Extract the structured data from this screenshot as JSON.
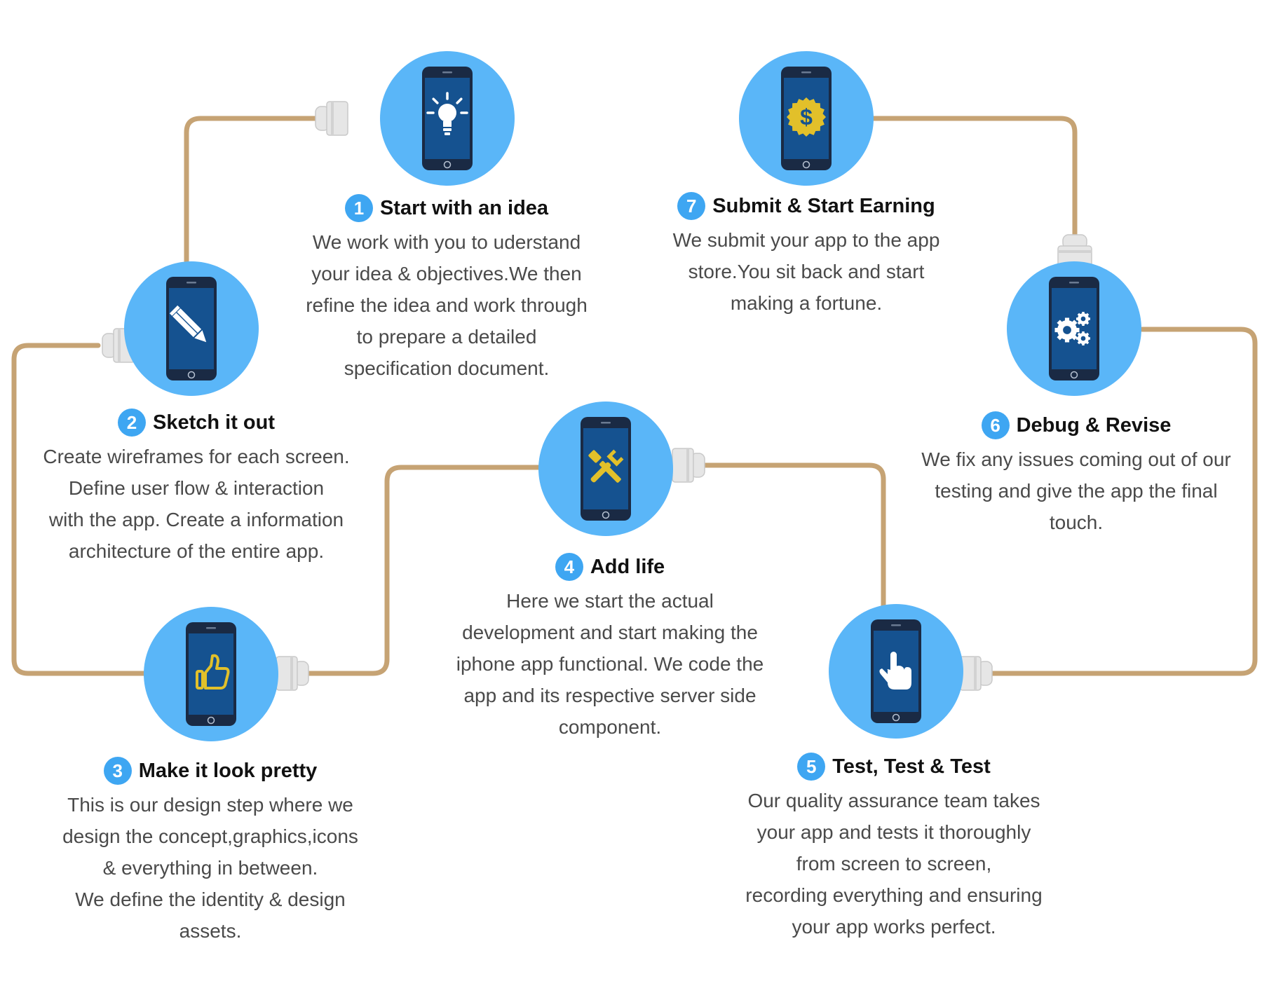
{
  "colors": {
    "circle": "#5ab6f8",
    "badge": "#3ea6f2",
    "phone_body": "#1a2a44",
    "phone_screen": "#155290",
    "cable": "#c6a374",
    "plug": "#e6e6e6",
    "icon_gold": "#e2c02a"
  },
  "steps": [
    {
      "num": "1",
      "title": "Start with an idea",
      "icon": "lightbulb-icon",
      "lines": [
        "We work with you to uderstand",
        "your idea & objectives.We then",
        "refine the idea and work through",
        "to prepare a detailed",
        "specification document."
      ]
    },
    {
      "num": "2",
      "title": "Sketch it out",
      "icon": "pencil-icon",
      "lines": [
        "Create wireframes for each screen.",
        "Define user flow & interaction",
        "with the app. Create a information",
        "architecture of the entire app."
      ]
    },
    {
      "num": "3",
      "title": "Make it look pretty",
      "icon": "thumbs-up-icon",
      "lines": [
        "This is our design step where we",
        "design the concept,graphics,icons",
        "& everything in between.",
        "We define the identity & design",
        "assets."
      ]
    },
    {
      "num": "4",
      "title": "Add life",
      "icon": "tools-icon",
      "lines": [
        "Here we start the actual",
        "development and start making the",
        "iphone app functional. We code the",
        "app and its respective server side",
        "component."
      ]
    },
    {
      "num": "5",
      "title": "Test, Test & Test",
      "icon": "hand-pointer-icon",
      "lines": [
        "Our quality assurance team takes",
        "your app and tests it thoroughly",
        "from screen to screen,",
        "recording everything and ensuring",
        "your app works perfect."
      ]
    },
    {
      "num": "6",
      "title": "Debug & Revise",
      "icon": "gears-icon",
      "lines": [
        "We fix any issues coming out of our",
        "testing and give the app the final",
        "touch."
      ]
    },
    {
      "num": "7",
      "title": "Submit & Start Earning",
      "icon": "dollar-badge-icon",
      "lines": [
        "We submit your app to the app",
        "store.You sit back and start",
        "making a fortune."
      ]
    }
  ]
}
